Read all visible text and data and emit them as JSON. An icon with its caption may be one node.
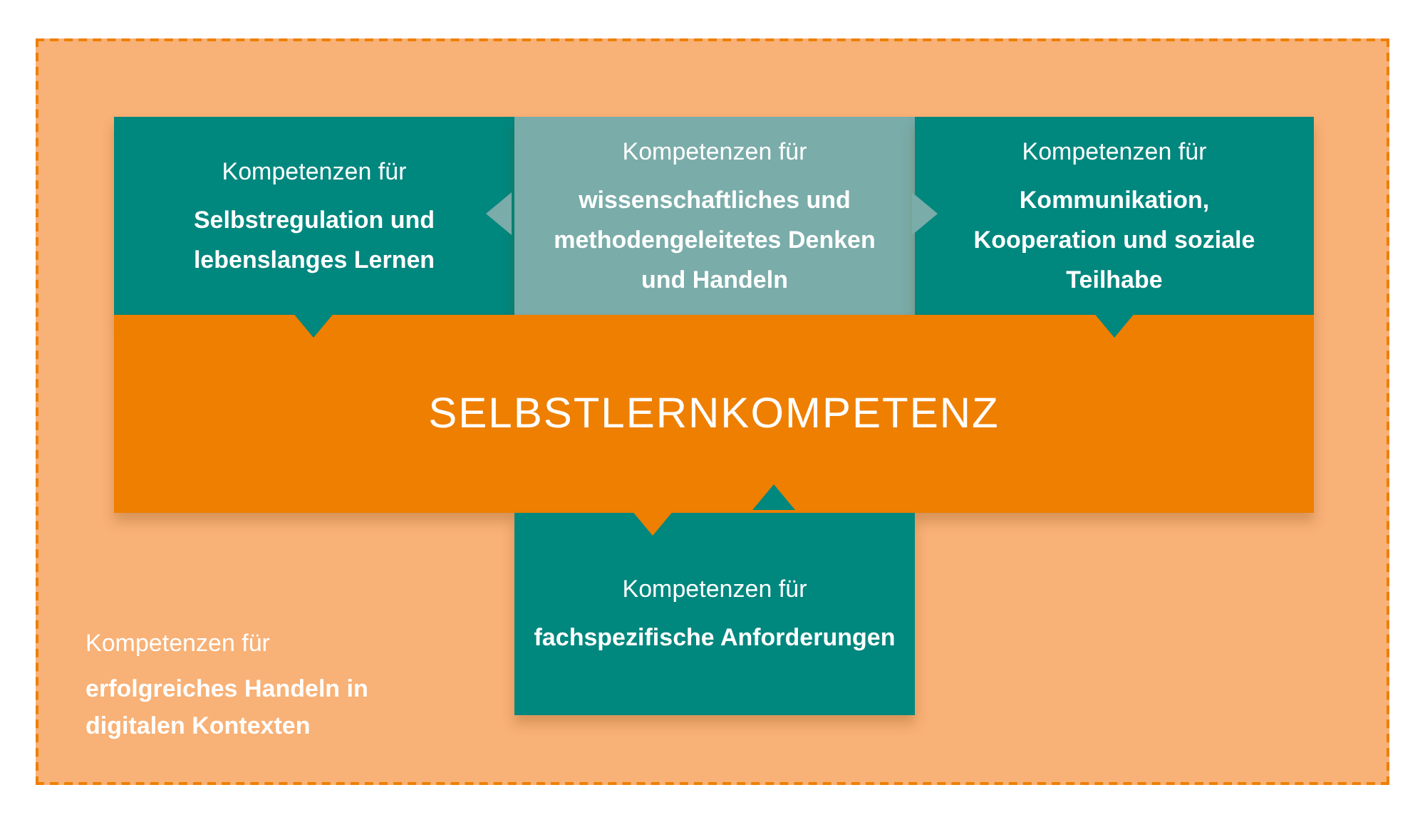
{
  "diagram": {
    "nodes": [
      {
        "text": [
          "Kompetenzen für",
          "erfolgreiches Handeln in digitalen Kontexten"
        ]
      },
      {
        "text": [
          "Kompetenzen für",
          "Selbstregulation und lebenslanges Lernen"
        ],
        "in": 0
      },
      {
        "text": [
          "Kompetenzen für",
          "wissenschaftliches und methodengeleitetes Denken und Handeln"
        ],
        "in": 0
      },
      {
        "text": [
          "Kompetenzen für",
          "Kommunikation, Kooperation und soziale Teilhabe"
        ],
        "in": 0
      },
      {
        "text": [
          "SELBSTLERNKOMPETENZ"
        ],
        "in": 0
      },
      {
        "text": [
          "Kompetenzen für",
          "fachspezifische Anforderungen"
        ],
        "in": 0
      }
    ],
    "edges": [
      {
        "from": 2,
        "to": 1,
        "arrow": "to",
        "color": "#7aaca9"
      },
      {
        "from": 2,
        "to": 3,
        "arrow": "to",
        "color": "#7aaca9"
      },
      {
        "from": 1,
        "to": 4,
        "arrow": "to"
      },
      {
        "from": 3,
        "to": 4,
        "arrow": "to"
      },
      {
        "from": 4,
        "to": 5,
        "arrow": "to",
        "color": "#ee7f00"
      },
      {
        "from": 5,
        "to": 4,
        "arrow": "to"
      }
    ]
  }
}
